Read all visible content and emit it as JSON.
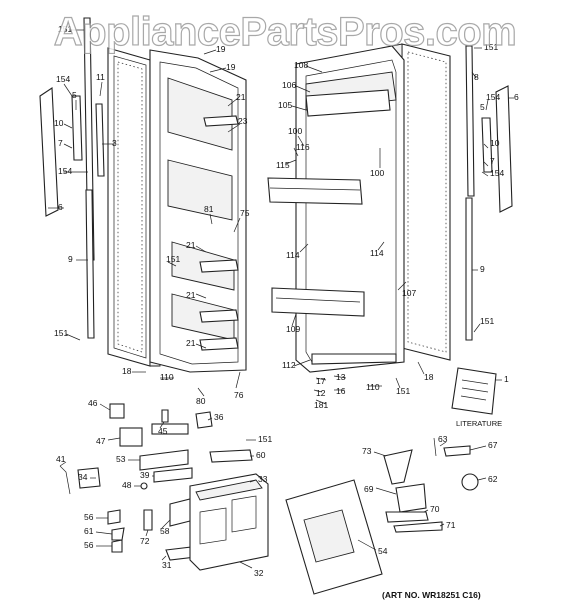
{
  "watermark": "AppliancePartsPros.com",
  "art_number": "(ART NO. WR18251 C16)",
  "literature_label": "LITERATURE",
  "callouts": {
    "c151_tl": "151",
    "c11_l": "11",
    "c154_l": "154",
    "c5_l": "5",
    "c10_l": "10",
    "c7_l": "7",
    "c3_l": "3",
    "c154_l2": "154",
    "c6_l": "6",
    "c9_l": "9",
    "c151_l": "151",
    "c19_a": "19",
    "c19_b": "19",
    "c21_a": "21",
    "c23": "23",
    "c81": "81",
    "c75": "75",
    "c151_m": "151",
    "c21_b": "21",
    "c21_c": "21",
    "c21_d": "21",
    "c18_l": "18",
    "c110_l": "110",
    "c80": "80",
    "c76": "76",
    "c108": "108",
    "c106": "106",
    "c105": "105",
    "c100_a": "100",
    "c116": "116",
    "c115": "115",
    "c100_b": "100",
    "c114_a": "114",
    "c114_b": "114",
    "c107": "107",
    "c109": "109",
    "c112": "112",
    "c17": "17",
    "c13": "13",
    "c12": "12",
    "c16": "16",
    "c181": "181",
    "c110_r": "110",
    "c151_r2": "151",
    "c18_r": "18",
    "c151_tr": "151",
    "c8": "8",
    "c6_r": "6",
    "c154_r": "154",
    "c5_r": "5",
    "c10_r": "10",
    "c7_r": "7",
    "c154_r2": "154",
    "c9_r": "9",
    "c151_r": "151",
    "c1": "1",
    "c46": "46",
    "c45": "45",
    "c36": "36",
    "c47": "47",
    "c151_b": "151",
    "c53": "53",
    "c60": "60",
    "c41": "41",
    "c39": "39",
    "c34": "34",
    "c33": "33",
    "c48": "48",
    "c58": "58",
    "c56_a": "56",
    "c61": "61",
    "c72": "72",
    "c56_b": "56",
    "c31": "31",
    "c32": "32",
    "c73": "73",
    "c63": "63",
    "c67": "67",
    "c62": "62",
    "c69": "69",
    "c70": "70",
    "c71": "71",
    "c54": "54"
  }
}
